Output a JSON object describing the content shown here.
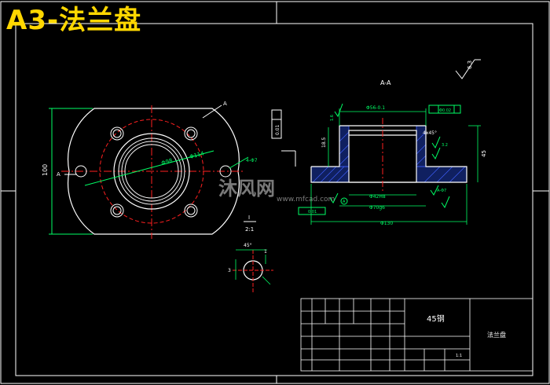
{
  "banner_title": "A3-法兰盘",
  "view_label": "A-A",
  "section_marker": "A",
  "roughness_global": "6.3",
  "material": "45钢",
  "part_name": "法兰盘",
  "scale_note": "1:1",
  "watermark": {
    "brand": "沐风网",
    "url": "www.mfcad.com"
  },
  "front_view": {
    "height_dim": "100",
    "bolt_circle": "Φ98",
    "outer_diameter": "Φ114",
    "hole_dia": "4-Φ7",
    "hole_note": "A"
  },
  "section_view": {
    "top_dim": "Φ56-0.1",
    "chamfer": "4x45°",
    "left_dim": "18.5",
    "right_height": "45",
    "inner_dia": "Φ42H8",
    "outer_fit": "Φ70g6",
    "total_len": "Φ130",
    "tol_1": "0.01",
    "tol_2": "Φ0.02",
    "datum": "A",
    "rough_1": "1.6",
    "rough_2": "3.2",
    "right_note": "A-Φ7"
  },
  "detail": {
    "label": "I",
    "scale": "2:1",
    "angle": "45°",
    "dim_a": "3",
    "dim_b": "1"
  },
  "colors": {
    "background": "#000000",
    "frame": "#ffffff",
    "outline": "#ffffff",
    "center_line": "#ff2020",
    "dimension": "#00ff66",
    "hatch": "#4060ff",
    "banner": "#ffd700",
    "leader": "#ffff00"
  }
}
